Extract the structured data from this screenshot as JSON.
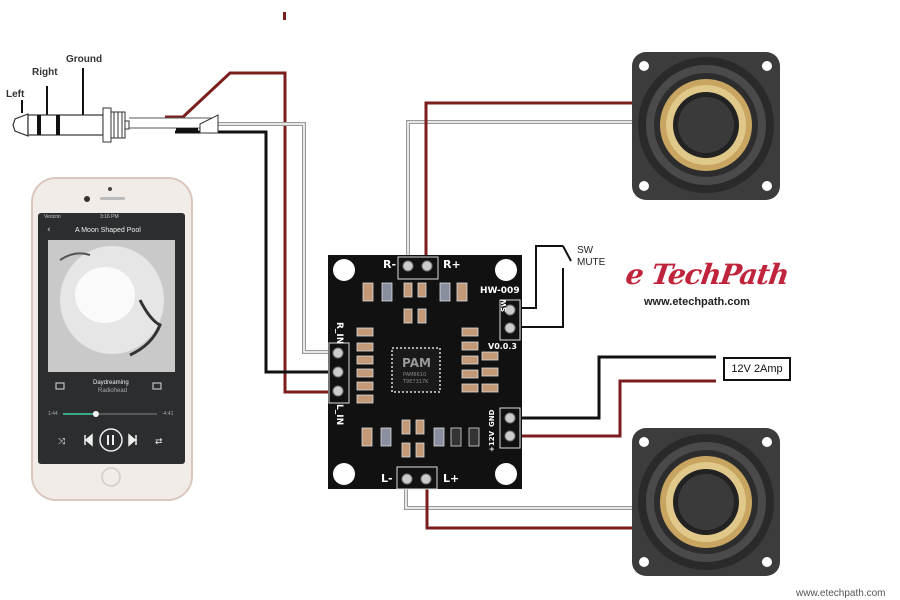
{
  "title": "PAM8610 HW-009 Amplifier Wiring Diagram",
  "jack": {
    "labels": {
      "left": "Left",
      "right": "Right",
      "ground": "Ground"
    }
  },
  "phone": {
    "carrier": "Verizon",
    "time": "3:16 PM",
    "screen_title": "A Moon Shaped Pool",
    "song": "Daydreaming",
    "artist": "Radiohead",
    "elapsed": "1:44",
    "remaining": "-4:41",
    "progress": 0.35,
    "controls": [
      "shuffle",
      "previous",
      "pause",
      "next",
      "repeat"
    ]
  },
  "board": {
    "model": "HW-009",
    "version": "V0.0.3",
    "chip_brand": "PAM",
    "chip_model": "PAM8610",
    "chip_code": "T9E7317K",
    "pins": {
      "r_minus": "R-",
      "r_plus": "R+",
      "l_minus": "L-",
      "l_plus": "L+",
      "r_in": "R_IN",
      "l_in": "L_IN",
      "sw": "SW",
      "power_gnd": "GND",
      "power_vcc": "+12V"
    }
  },
  "switch": {
    "line1": "SW",
    "line2": "MUTE"
  },
  "power_supply": {
    "label": "12V  2Amp"
  },
  "brand": {
    "logo": "e TechPath",
    "url": "www.etechpath.com"
  },
  "footer": {
    "url": "www.etechpath.com"
  },
  "colors": {
    "wire_red": "#7a1e1e",
    "wire_black": "#111111",
    "wire_gray": "#9a9a9a",
    "pcb": "#111111",
    "brand": "#c0243c",
    "speaker_ring": "#c8a661"
  }
}
